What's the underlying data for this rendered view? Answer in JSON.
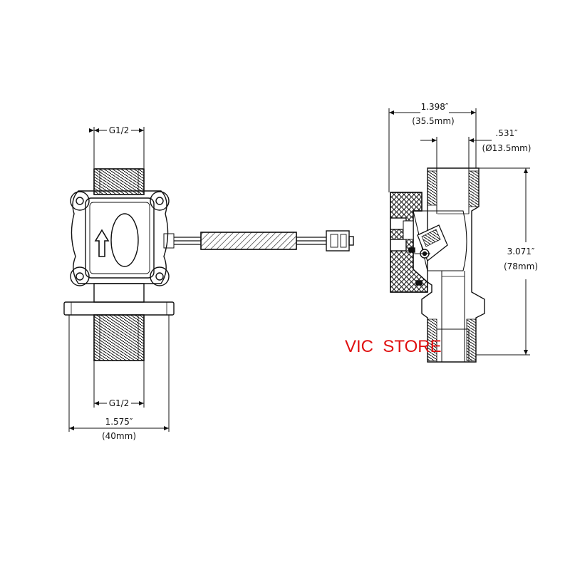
{
  "front_view": {
    "top_thread_label": "G1/2",
    "bottom_thread_label": "G1/2",
    "width_in": "1.575″",
    "width_mm": "(40mm)"
  },
  "side_view": {
    "width_in": "1.398″",
    "width_mm": "(35.5mm)",
    "bore_in": ".531″",
    "bore_mm": "(Ø13.5mm)",
    "height_in": "3.071″",
    "height_mm": "(78mm)"
  },
  "watermark": "VIC  STORE",
  "colors": {
    "line": "#111111",
    "watermark": "#e01010",
    "background": "#ffffff"
  }
}
